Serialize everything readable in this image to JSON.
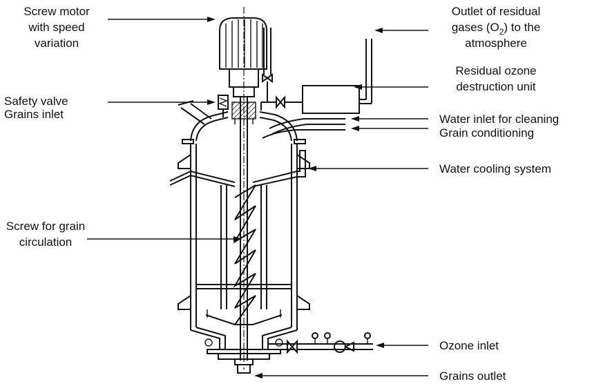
{
  "labels": {
    "screw_motor": [
      "Screw motor",
      "with speed",
      "variation"
    ],
    "outlet_gases": {
      "line1": "Outlet of residual",
      "line2_pre": "gases (O",
      "line2_sub": "2",
      "line2_post": ") to the",
      "line3": "atmosphere"
    },
    "ozone_destruction": [
      "Residual ozone",
      "destruction unit"
    ],
    "safety_valve": "Safety valve",
    "grains_inlet": "Grains inlet",
    "water_inlet": "Water inlet for cleaning",
    "grain_conditioning": "Grain conditioning",
    "water_cooling": "Water cooling system",
    "screw_circulation": [
      "Screw for grain",
      "circulation"
    ],
    "ozone_inlet": "Ozone inlet",
    "grains_outlet": "Grains outlet"
  }
}
